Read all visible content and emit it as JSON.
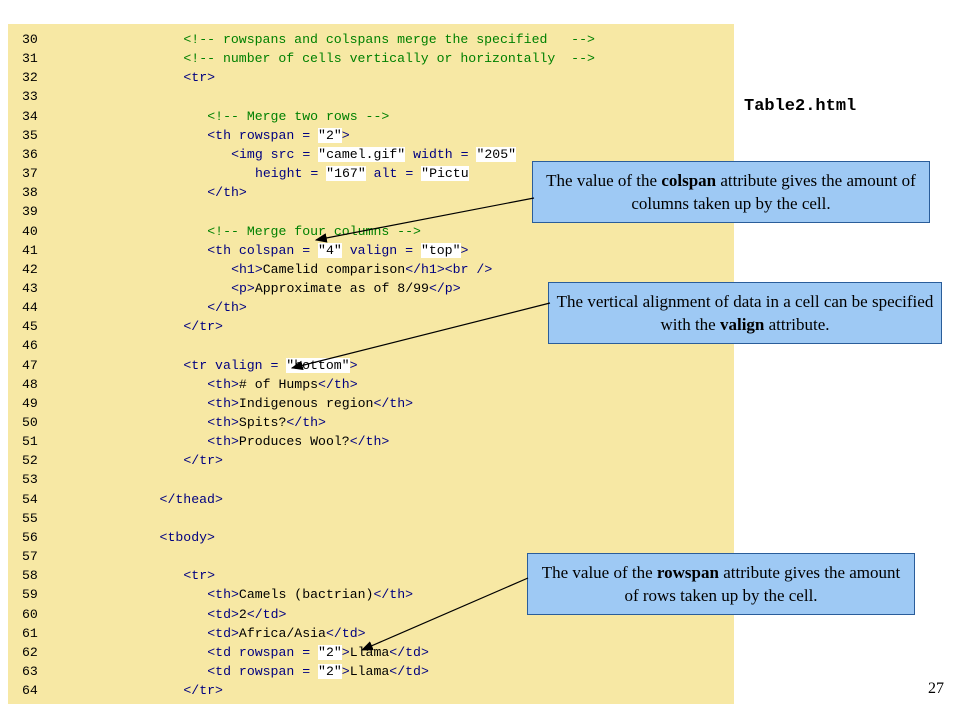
{
  "filename": "Table2.html",
  "page_number": "27",
  "code_lines": [
    {
      "n": "30",
      "indent": 12,
      "parts": [
        {
          "t": "cm",
          "s": "<!-- rowspans and colspans merge the specified   -->"
        }
      ]
    },
    {
      "n": "31",
      "indent": 12,
      "parts": [
        {
          "t": "cm",
          "s": "<!-- number of cells vertically or horizontally  -->"
        }
      ]
    },
    {
      "n": "32",
      "indent": 12,
      "parts": [
        {
          "t": "tag",
          "s": "<tr>"
        }
      ]
    },
    {
      "n": "33",
      "indent": 0,
      "parts": []
    },
    {
      "n": "34",
      "indent": 15,
      "parts": [
        {
          "t": "cm",
          "s": "<!-- Merge two rows -->"
        }
      ]
    },
    {
      "n": "35",
      "indent": 15,
      "parts": [
        {
          "t": "tag",
          "s": "<th rowspan = "
        },
        {
          "t": "str",
          "s": "\"2\""
        },
        {
          "t": "tag",
          "s": ">"
        }
      ]
    },
    {
      "n": "36",
      "indent": 18,
      "parts": [
        {
          "t": "tag",
          "s": "<img src = "
        },
        {
          "t": "str",
          "s": "\"camel.gif\""
        },
        {
          "t": "tag",
          "s": " width = "
        },
        {
          "t": "str",
          "s": "\"205\""
        }
      ]
    },
    {
      "n": "37",
      "indent": 21,
      "parts": [
        {
          "t": "tag",
          "s": "height = "
        },
        {
          "t": "str",
          "s": "\"167\""
        },
        {
          "t": "tag",
          "s": " alt = "
        },
        {
          "t": "str",
          "s": "\"Pictu"
        }
      ]
    },
    {
      "n": "38",
      "indent": 15,
      "parts": [
        {
          "t": "tag",
          "s": "</th>"
        }
      ]
    },
    {
      "n": "39",
      "indent": 0,
      "parts": []
    },
    {
      "n": "40",
      "indent": 15,
      "parts": [
        {
          "t": "cm",
          "s": "<!-- Merge four columns -->"
        }
      ]
    },
    {
      "n": "41",
      "indent": 15,
      "parts": [
        {
          "t": "tag",
          "s": "<th colspan = "
        },
        {
          "t": "str",
          "s": "\"4\""
        },
        {
          "t": "tag",
          "s": " valign = "
        },
        {
          "t": "str",
          "s": "\"top\""
        },
        {
          "t": "tag",
          "s": ">"
        }
      ]
    },
    {
      "n": "42",
      "indent": 18,
      "parts": [
        {
          "t": "tag",
          "s": "<h1>"
        },
        {
          "t": "tx",
          "s": "Camelid comparison"
        },
        {
          "t": "tag",
          "s": "</h1><br />"
        }
      ]
    },
    {
      "n": "43",
      "indent": 18,
      "parts": [
        {
          "t": "tag",
          "s": "<p>"
        },
        {
          "t": "tx",
          "s": "Approximate as of 8/99"
        },
        {
          "t": "tag",
          "s": "</p>"
        }
      ]
    },
    {
      "n": "44",
      "indent": 15,
      "parts": [
        {
          "t": "tag",
          "s": "</th>"
        }
      ]
    },
    {
      "n": "45",
      "indent": 12,
      "parts": [
        {
          "t": "tag",
          "s": "</tr>"
        }
      ]
    },
    {
      "n": "46",
      "indent": 0,
      "parts": []
    },
    {
      "n": "47",
      "indent": 12,
      "parts": [
        {
          "t": "tag",
          "s": "<tr valign = "
        },
        {
          "t": "str",
          "s": "\"bottom\""
        },
        {
          "t": "tag",
          "s": ">"
        }
      ]
    },
    {
      "n": "48",
      "indent": 15,
      "parts": [
        {
          "t": "tag",
          "s": "<th>"
        },
        {
          "t": "tx",
          "s": "# of Humps"
        },
        {
          "t": "tag",
          "s": "</th>"
        }
      ]
    },
    {
      "n": "49",
      "indent": 15,
      "parts": [
        {
          "t": "tag",
          "s": "<th>"
        },
        {
          "t": "tx",
          "s": "Indigenous region"
        },
        {
          "t": "tag",
          "s": "</th>"
        }
      ]
    },
    {
      "n": "50",
      "indent": 15,
      "parts": [
        {
          "t": "tag",
          "s": "<th>"
        },
        {
          "t": "tx",
          "s": "Spits?"
        },
        {
          "t": "tag",
          "s": "</th>"
        }
      ]
    },
    {
      "n": "51",
      "indent": 15,
      "parts": [
        {
          "t": "tag",
          "s": "<th>"
        },
        {
          "t": "tx",
          "s": "Produces Wool?"
        },
        {
          "t": "tag",
          "s": "</th>"
        }
      ]
    },
    {
      "n": "52",
      "indent": 12,
      "parts": [
        {
          "t": "tag",
          "s": "</tr>"
        }
      ]
    },
    {
      "n": "53",
      "indent": 0,
      "parts": []
    },
    {
      "n": "54",
      "indent": 9,
      "parts": [
        {
          "t": "tag",
          "s": "</thead>"
        }
      ]
    },
    {
      "n": "55",
      "indent": 0,
      "parts": []
    },
    {
      "n": "56",
      "indent": 9,
      "parts": [
        {
          "t": "tag",
          "s": "<tbody>"
        }
      ]
    },
    {
      "n": "57",
      "indent": 0,
      "parts": []
    },
    {
      "n": "58",
      "indent": 12,
      "parts": [
        {
          "t": "tag",
          "s": "<tr>"
        }
      ]
    },
    {
      "n": "59",
      "indent": 15,
      "parts": [
        {
          "t": "tag",
          "s": "<th>"
        },
        {
          "t": "tx",
          "s": "Camels (bactrian)"
        },
        {
          "t": "tag",
          "s": "</th>"
        }
      ]
    },
    {
      "n": "60",
      "indent": 15,
      "parts": [
        {
          "t": "tag",
          "s": "<td>"
        },
        {
          "t": "tx",
          "s": "2"
        },
        {
          "t": "tag",
          "s": "</td>"
        }
      ]
    },
    {
      "n": "61",
      "indent": 15,
      "parts": [
        {
          "t": "tag",
          "s": "<td>"
        },
        {
          "t": "tx",
          "s": "Africa/Asia"
        },
        {
          "t": "tag",
          "s": "</td>"
        }
      ]
    },
    {
      "n": "62",
      "indent": 15,
      "parts": [
        {
          "t": "tag",
          "s": "<td rowspan = "
        },
        {
          "t": "str",
          "s": "\"2\""
        },
        {
          "t": "tag",
          "s": ">"
        },
        {
          "t": "tx",
          "s": "Llama"
        },
        {
          "t": "tag",
          "s": "</td>"
        }
      ]
    },
    {
      "n": "63",
      "indent": 15,
      "parts": [
        {
          "t": "tag",
          "s": "<td rowspan = "
        },
        {
          "t": "str",
          "s": "\"2\""
        },
        {
          "t": "tag",
          "s": ">"
        },
        {
          "t": "tx",
          "s": "Llama"
        },
        {
          "t": "tag",
          "s": "</td>"
        }
      ]
    },
    {
      "n": "64",
      "indent": 12,
      "parts": [
        {
          "t": "tag",
          "s": "</tr>"
        }
      ]
    }
  ],
  "callouts": {
    "colspan": {
      "pre": "The value of the ",
      "kw": "colspan",
      "post": " attribute gives the amount of columns taken up by the cell."
    },
    "valign": {
      "pre": "The vertical alignment of data in a cell can be specified with the ",
      "kw": "valign",
      "post": " attribute."
    },
    "rowspan": {
      "pre": "The value of the ",
      "kw": "rowspan",
      "post": " attribute gives the amount of rows taken up by the cell."
    }
  }
}
